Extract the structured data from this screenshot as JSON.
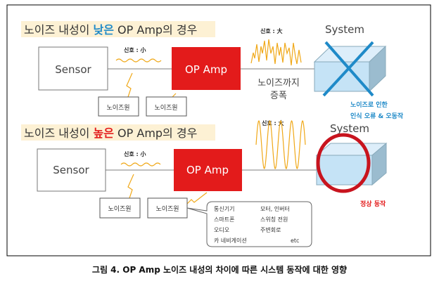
{
  "case_low": {
    "title_prefix": "노이즈 내성이 ",
    "title_highlight": "낮은",
    "title_suffix": " OP Amp의 경우",
    "sensor": "Sensor",
    "opamp": "OP Amp",
    "signal_small": "신호 : 小",
    "signal_large": "신호 : 大",
    "noise_source_1": "노이즈원",
    "noise_source_2": "노이즈원",
    "amplified_line1": "노이즈까지",
    "amplified_line2": "증폭",
    "system": "System",
    "result_line1": "노이즈로 인한",
    "result_line2": "인식 오류 & 오동작"
  },
  "case_high": {
    "title_prefix": "노이즈 내성이 ",
    "title_highlight": "높은",
    "title_suffix": " OP Amp의 경우",
    "sensor": "Sensor",
    "opamp": "OP Amp",
    "signal_small": "신호 : 小",
    "signal_large": "신호 : 大",
    "noise_source_1": "노이즈원",
    "noise_source_2": "노이즈원",
    "system": "System",
    "result": "정상 동작",
    "noise_examples": [
      "통신기기",
      "모터, 인버터",
      "스마트폰",
      "스위칭 전원",
      "오디오",
      "주변회로",
      "카 네비게이션",
      "etc"
    ]
  },
  "caption": "그림 4. OP Amp 노이즈 내성의 차이에 따른 시스템 동작에 대한 영향",
  "colors": {
    "red": "#e31b1b",
    "blue": "#1f8ac8",
    "wave": "#f0a818",
    "title_bg": "#fdf1d4",
    "cube": "#c5e3f6"
  }
}
